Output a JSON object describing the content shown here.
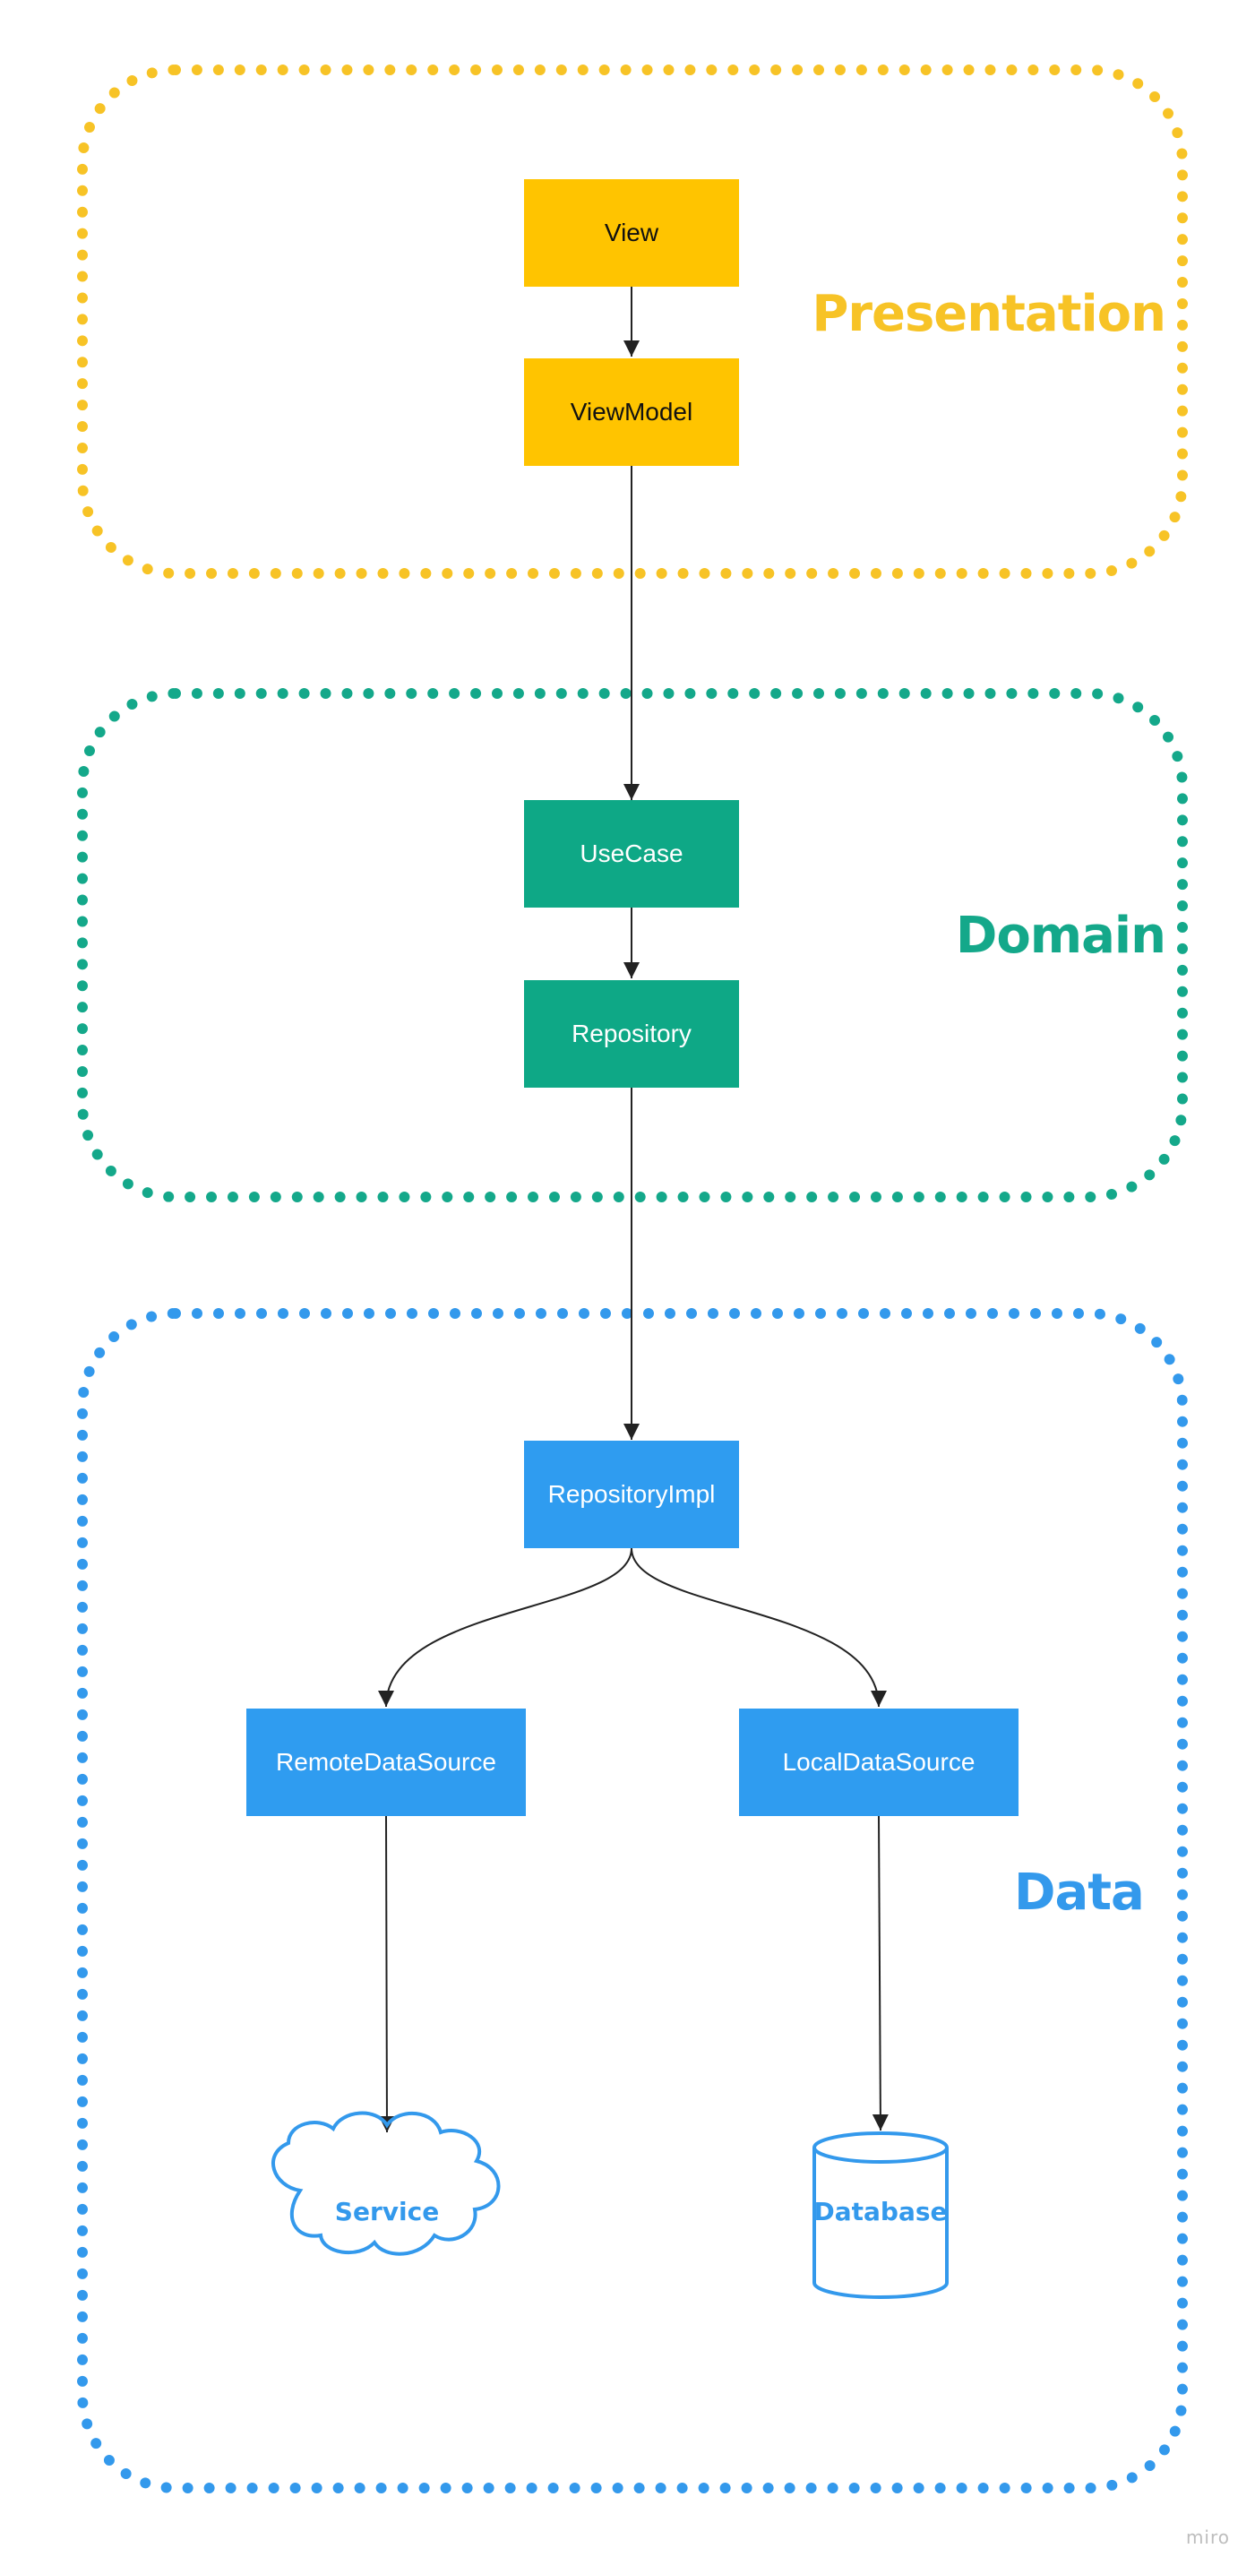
{
  "groups": {
    "presentation": {
      "label": "Presentation",
      "color": "#F7C326"
    },
    "domain": {
      "label": "Domain",
      "color": "#14A88A"
    },
    "data": {
      "label": "Data",
      "color": "#3399EC"
    }
  },
  "nodes": {
    "view": "View",
    "viewmodel": "ViewModel",
    "usecase": "UseCase",
    "repository": "Repository",
    "repositoryimpl": "RepositoryImpl",
    "remote_data_source": "RemoteDataSource",
    "local_data_source": "LocalDataSource",
    "service": "Service",
    "database": "Database"
  },
  "edges": [
    [
      "View",
      "ViewModel"
    ],
    [
      "ViewModel",
      "UseCase"
    ],
    [
      "UseCase",
      "Repository"
    ],
    [
      "Repository",
      "RepositoryImpl"
    ],
    [
      "RepositoryImpl",
      "RemoteDataSource"
    ],
    [
      "RepositoryImpl",
      "LocalDataSource"
    ],
    [
      "RemoteDataSource",
      "Service"
    ],
    [
      "LocalDataSource",
      "Database"
    ]
  ],
  "watermark": "miro"
}
